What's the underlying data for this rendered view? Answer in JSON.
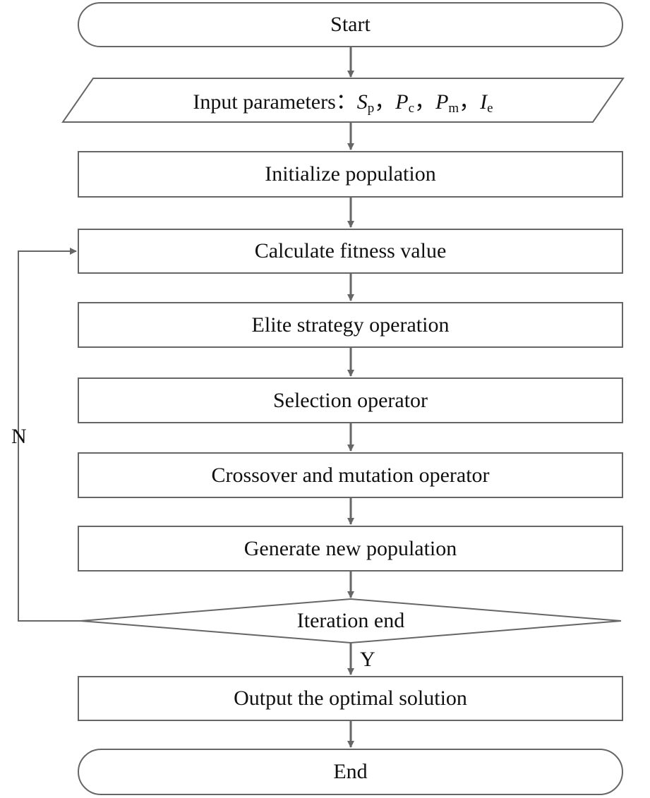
{
  "nodes": {
    "start": "Start",
    "input_prefix": "Input parameters：",
    "params": [
      {
        "sym": "S",
        "sub": "p"
      },
      {
        "sym": "P",
        "sub": "c"
      },
      {
        "sym": "P",
        "sub": "m"
      },
      {
        "sym": "I",
        "sub": "e"
      }
    ],
    "param_separator": "，",
    "init": "Initialize population",
    "fitness": "Calculate fitness value",
    "elite": "Elite strategy operation",
    "selection": "Selection operator",
    "crossover": "Crossover and mutation operator",
    "generate": "Generate new population",
    "iteration": "Iteration end",
    "output": "Output the optimal solution",
    "end": "End"
  },
  "branches": {
    "yes": "Y",
    "no": "N"
  },
  "colors": {
    "stroke": "#666666",
    "text": "#111111"
  }
}
